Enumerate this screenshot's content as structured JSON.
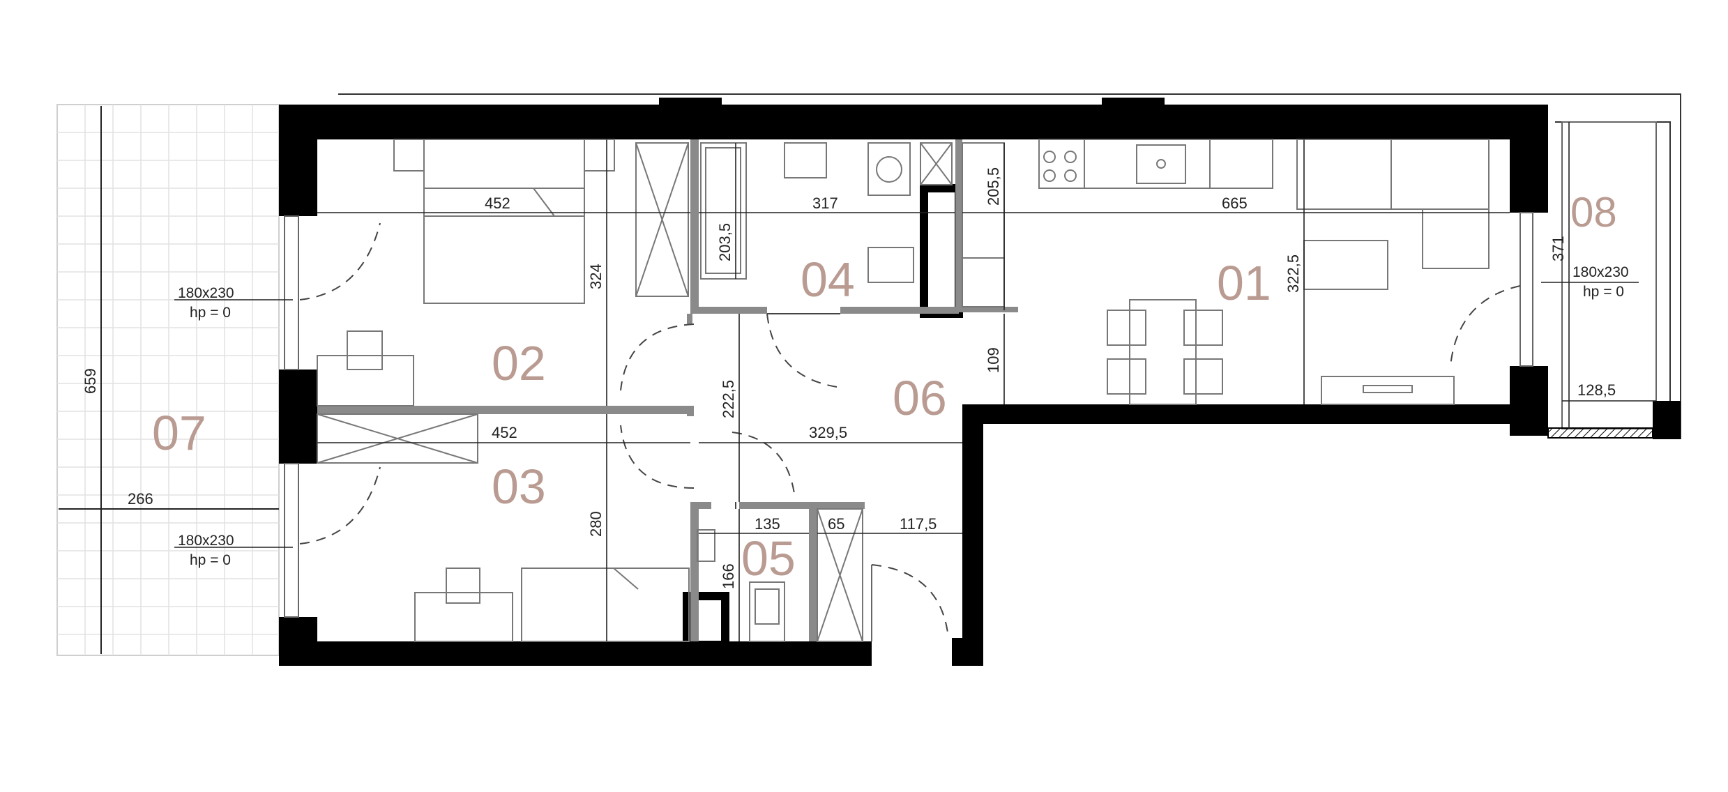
{
  "rooms": {
    "r01": "01",
    "r02": "02",
    "r03": "03",
    "r04": "04",
    "r05": "05",
    "r06": "06",
    "r07": "07",
    "r08": "08"
  },
  "dimensions": {
    "d452a": "452",
    "d317": "317",
    "d665": "665",
    "d324": "324",
    "d2035": "203,5",
    "d2055": "205,5",
    "d3225": "322,5",
    "d371": "371",
    "d109": "109",
    "d452b": "452",
    "d3295": "329,5",
    "d2225": "222,5",
    "d659": "659",
    "d266": "266",
    "d280": "280",
    "d135": "135",
    "d65": "65",
    "d1175": "117,5",
    "d166": "166",
    "d1285": "128,5"
  },
  "windows": [
    {
      "size": "180x230",
      "hp": "hp = 0"
    },
    {
      "size": "180x230",
      "hp": "hp = 0"
    },
    {
      "size": "180x230",
      "hp": "hp = 0"
    }
  ],
  "colors": {
    "wall": "#000000",
    "partition": "#8a8a8a",
    "room_label": "#b99b92",
    "line": "#222222"
  }
}
